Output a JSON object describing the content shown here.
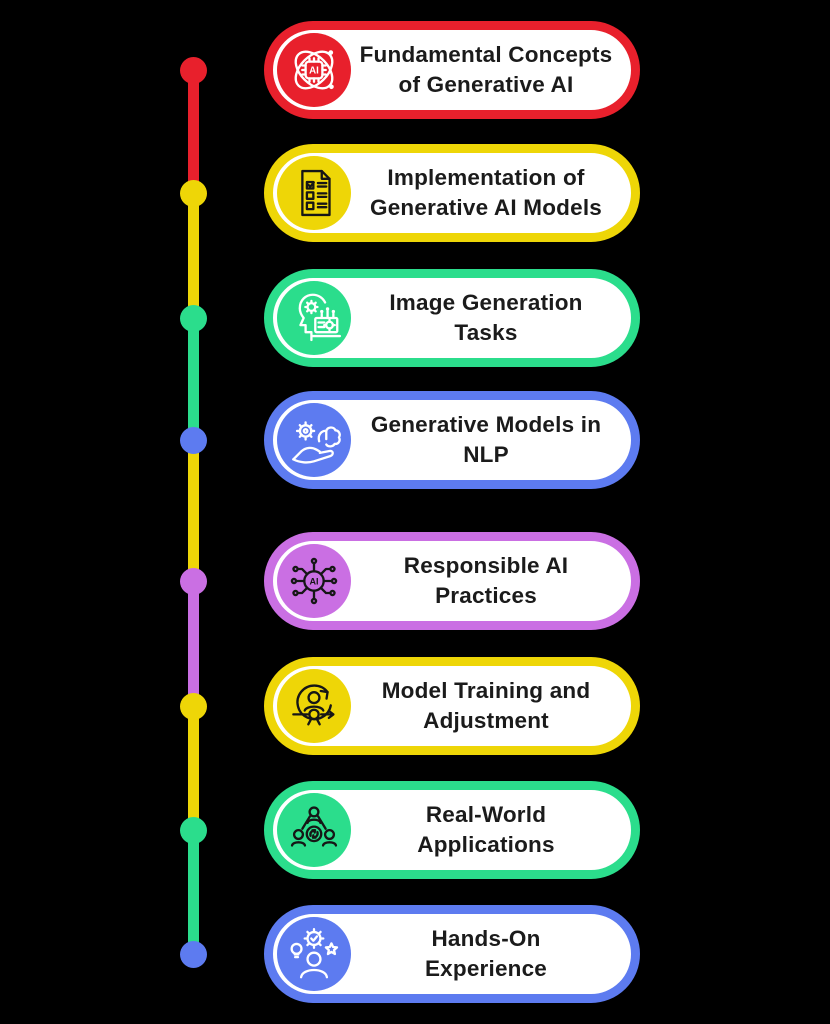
{
  "colors": {
    "background": "#000000",
    "card_background": "#ffffff",
    "text": "#1b1b1b",
    "red": "#e8202c",
    "yellow": "#eed607",
    "green": "#2bdd8c",
    "blue": "#5d7bf0",
    "purple": "#ca6fe3"
  },
  "items": [
    {
      "line1": "Fundamental Concepts",
      "line2": "of Generative AI",
      "color": "#e8202c",
      "icon": "ai-chip-atom",
      "icon_color": "#ffffff"
    },
    {
      "line1": "Implementation of",
      "line2": "Generative AI Models",
      "color": "#eed607",
      "icon": "checklist-document",
      "icon_color": "#161616"
    },
    {
      "line1": "Image Generation",
      "line2": "Tasks",
      "color": "#2bdd8c",
      "icon": "head-gear-screen",
      "icon_color": "#ffffff"
    },
    {
      "line1": "Generative Models in",
      "line2": "NLP",
      "color": "#5d7bf0",
      "icon": "hand-holding-brain",
      "icon_color": "#ffffff"
    },
    {
      "line1": "Responsible AI",
      "line2": "Practices",
      "color": "#ca6fe3",
      "icon": "ai-circuit-chip",
      "icon_color": "#161616"
    },
    {
      "line1": "Model Training and",
      "line2": "Adjustment",
      "color": "#eed607",
      "icon": "training-cycle-award",
      "icon_color": "#161616"
    },
    {
      "line1": "Real-World",
      "line2": "Applications",
      "color": "#2bdd8c",
      "icon": "team-collaboration",
      "icon_color": "#161616"
    },
    {
      "line1": "Hands-On",
      "line2": "Experience",
      "color": "#5d7bf0",
      "icon": "person-skills-star",
      "icon_color": "#ffffff"
    }
  ],
  "timeline": {
    "dot_colors": [
      "#e8202c",
      "#eed607",
      "#2bdd8c",
      "#5d7bf0",
      "#ca6fe3",
      "#eed607",
      "#2bdd8c",
      "#5d7bf0"
    ],
    "segment_colors": [
      "#e8202c",
      "#eed607",
      "#2bdd8c",
      "#eed607",
      "#ca6fe3",
      "#eed607",
      "#2bdd8c"
    ]
  }
}
